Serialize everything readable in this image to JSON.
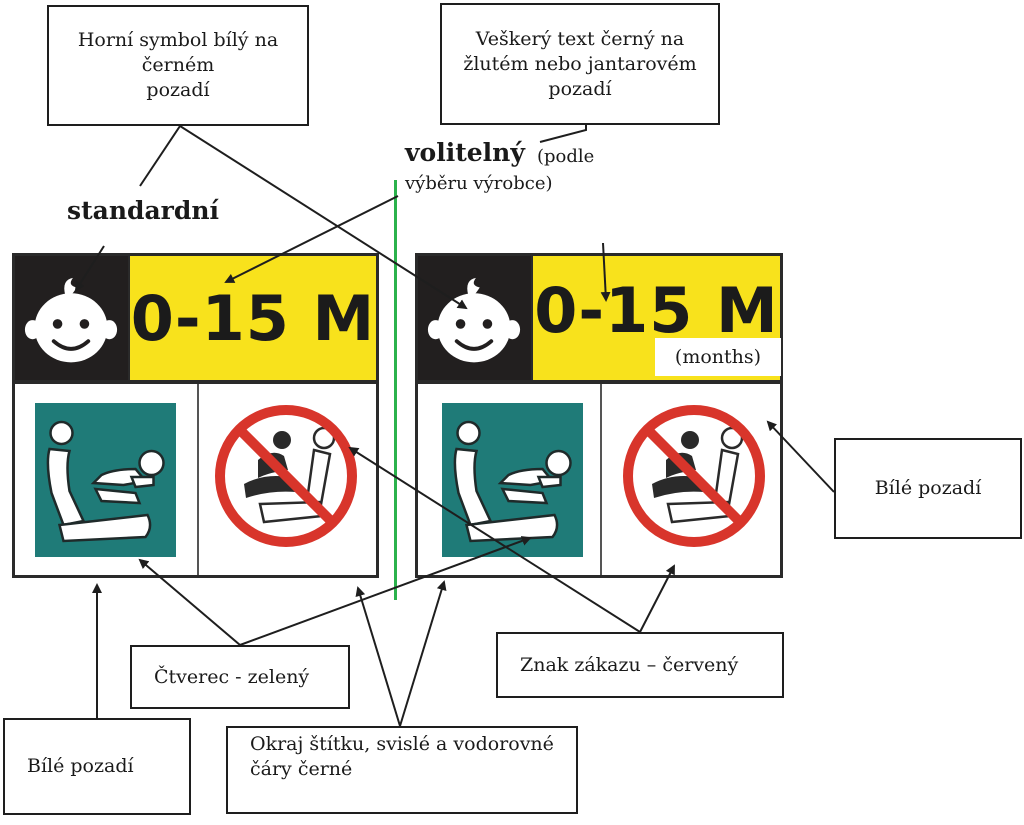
{
  "labels": {
    "top_symbol": [
      "Horní symbol bílý na",
      "černém",
      "pozadí"
    ],
    "all_text": [
      "Veškerý text černý na",
      "žlutém nebo jantarovém",
      "pozadí"
    ],
    "optional_bold": "volitelný",
    "optional_note1": "(podle",
    "optional_note2": "výběru výrobce)",
    "standard": "standardní",
    "white_bg_right": "Bílé pozadí",
    "square_green": "Čtverec - zelený",
    "prohibition_red": "Znak zákazu – červený",
    "white_bg_left": "Bílé pozadí",
    "border_lines": [
      "Okraj štítku, svislé a vodorovné",
      "čáry černé"
    ]
  },
  "panels": {
    "left": {
      "age_range": "0-15 M"
    },
    "right": {
      "age_range": "0-15 M",
      "unit_note": "(months)"
    }
  },
  "colors": {
    "black_bg": "#221f1f",
    "yellow": "#f8e21c",
    "teal_green": "#1f7b78",
    "prohibition_red": "#d8352b",
    "divider_green": "#2bb24c"
  }
}
